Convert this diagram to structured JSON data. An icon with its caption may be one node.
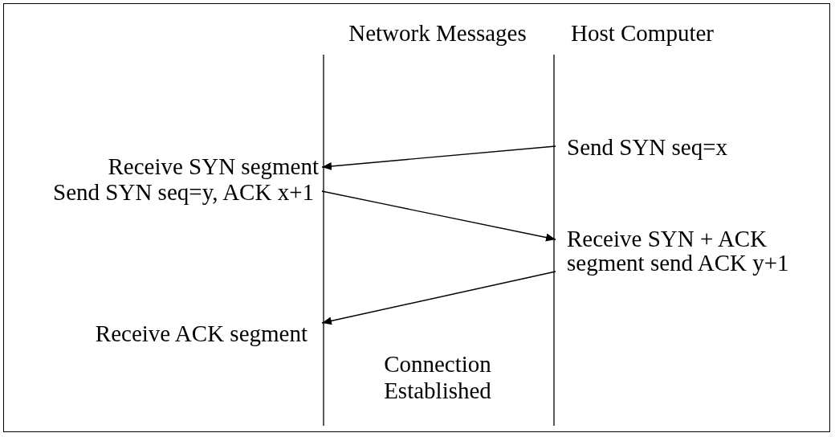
{
  "diagram": {
    "nodes": [
      {
        "text": [
          "Send SYN seq=x"
        ]
      },
      {
        "text": [
          "Receive SYN segment"
        ]
      },
      {
        "text": [
          "Send SYN seq=y, ACK x+1"
        ]
      },
      {
        "text": [
          "Receive SYN + ACK segment send ACK y+1"
        ]
      },
      {
        "text": [
          "Receive ACK segment"
        ]
      }
    ],
    "edges": [
      {
        "from": 0,
        "to": 1,
        "arrow": "to"
      },
      {
        "from": 2,
        "to": 3,
        "arrow": "to"
      },
      {
        "from": 3,
        "to": 4,
        "arrow": "to"
      }
    ],
    "labels": [
      "Network Messages",
      "Host Computer",
      "Connection Established"
    ]
  }
}
